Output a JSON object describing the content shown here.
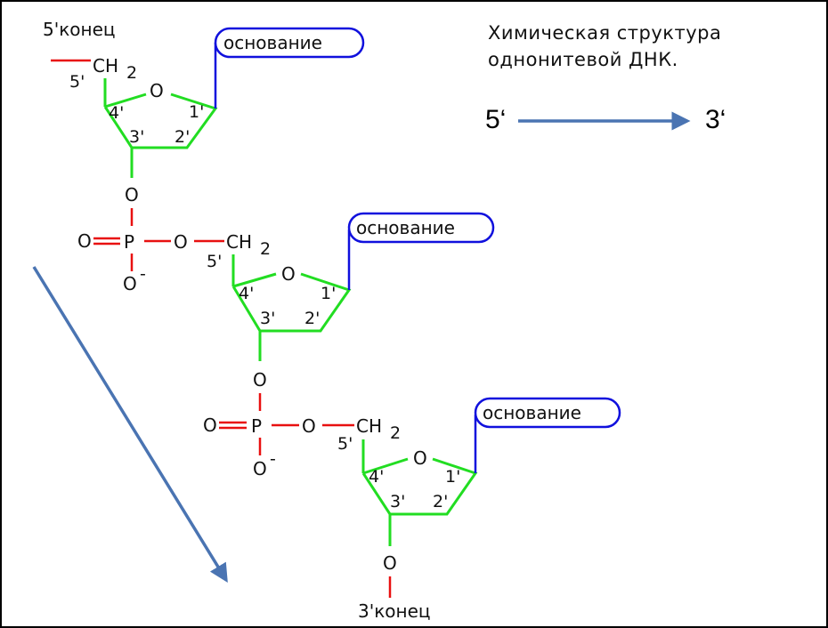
{
  "title": {
    "line1": "Химическая структура",
    "line2": "однонитевой ДНК."
  },
  "direction": {
    "from": "5‘",
    "to": "3‘"
  },
  "ends": {
    "five_prime": "5'конец",
    "three_prime": "3'конец"
  },
  "base_label": "основание",
  "nucleotides": [
    {
      "c5": "5'",
      "c4": "4'",
      "c3": "3'",
      "c2": "2'",
      "c1": "1'",
      "ring_o": "O",
      "ch2": "CH",
      "sub": "2"
    },
    {
      "c5": "5'",
      "c4": "4'",
      "c3": "3'",
      "c2": "2'",
      "c1": "1'",
      "ring_o": "O",
      "ch2": "CH",
      "sub": "2"
    },
    {
      "c5": "5'",
      "c4": "4'",
      "c3": "3'",
      "c2": "2'",
      "c1": "1'",
      "ring_o": "O",
      "ch2": "CH",
      "sub": "2"
    }
  ],
  "phosphates": [
    {
      "p": "P",
      "o_double": "O",
      "o_top": "O",
      "o_right": "O",
      "o_minus": "O",
      "charge": "-"
    },
    {
      "p": "P",
      "o_double": "O",
      "o_top": "O",
      "o_right": "O",
      "o_minus": "O",
      "charge": "-"
    }
  ],
  "terminal_o": "O",
  "colors": {
    "sugar_bond": "#22dd22",
    "phosphate_bond": "#e81010",
    "base_bond": "#1010dd",
    "direction_arrow": "#4a74b2"
  }
}
